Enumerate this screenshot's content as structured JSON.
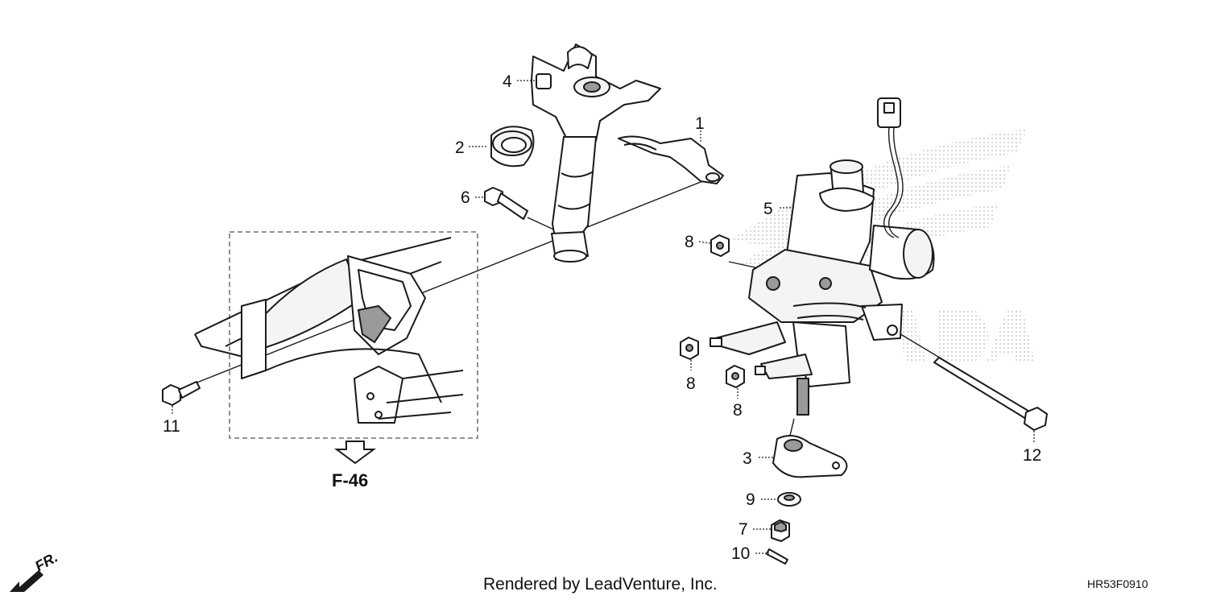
{
  "callouts": {
    "c1": "1",
    "c2": "2",
    "c3": "3",
    "c4": "4",
    "c5": "5",
    "c6": "6",
    "c7": "7",
    "c8a": "8",
    "c8b": "8",
    "c8c": "8",
    "c9": "9",
    "c10": "10",
    "c11": "11",
    "c12": "12"
  },
  "reference": {
    "label": "F-46"
  },
  "direction": {
    "label": "FR."
  },
  "footer": {
    "credit": "Rendered by LeadVenture, Inc.",
    "diagram_code": "HR53F0910"
  },
  "colors": {
    "line": "#1a1a1a",
    "shading": "#9a9a9a",
    "watermark": "#cccccc"
  }
}
